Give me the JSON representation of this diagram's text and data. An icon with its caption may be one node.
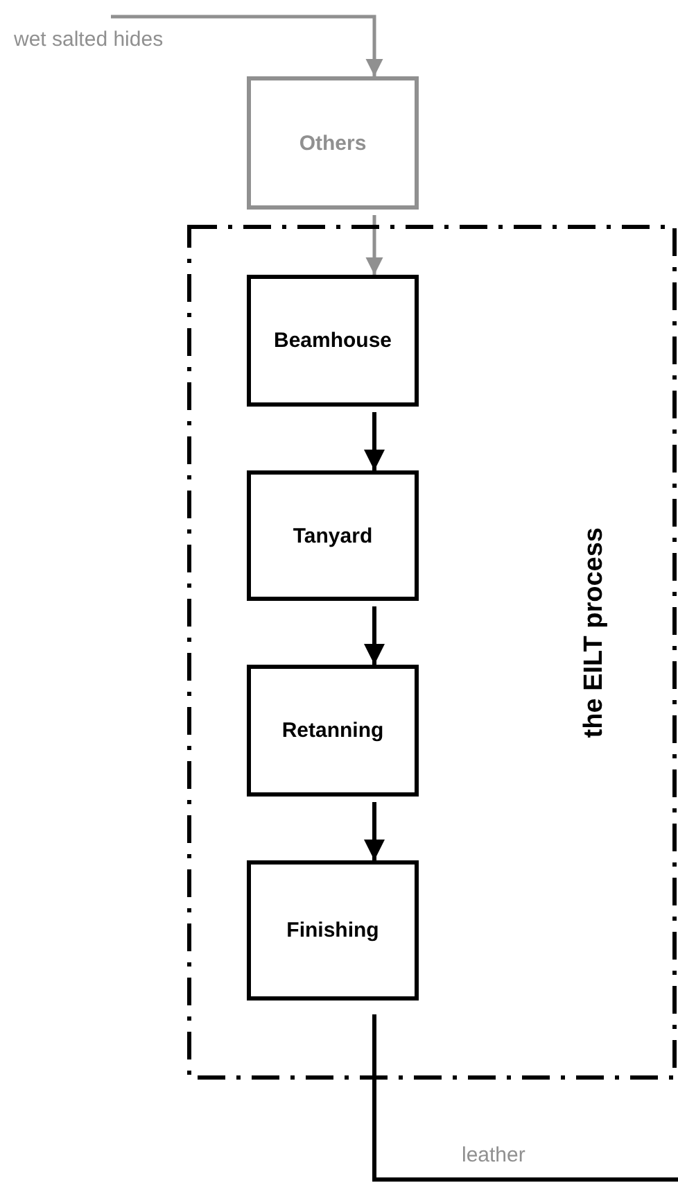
{
  "diagram": {
    "nodes": [
      {
        "text": [
          "Others"
        ]
      },
      {
        "text": [
          "the EILT process"
        ]
      },
      {
        "text": [
          "Beamhouse"
        ],
        "in": 1
      },
      {
        "text": [
          "Tanyard"
        ],
        "in": 1
      },
      {
        "text": [
          "Retanning"
        ],
        "in": 1
      },
      {
        "text": [
          "Finishing"
        ],
        "in": 1
      }
    ],
    "edges": [
      {
        "from": null,
        "to": 0,
        "arrow": "to",
        "label": "wet salted hides",
        "color": "#909090"
      },
      {
        "from": 0,
        "to": 2,
        "arrow": "to",
        "color": "#909090"
      },
      {
        "from": 2,
        "to": 3,
        "arrow": "to"
      },
      {
        "from": 3,
        "to": 4,
        "arrow": "to"
      },
      {
        "from": 4,
        "to": 5,
        "arrow": "to"
      },
      {
        "from": 5,
        "to": null,
        "arrow": "none",
        "label": "leather"
      }
    ]
  }
}
